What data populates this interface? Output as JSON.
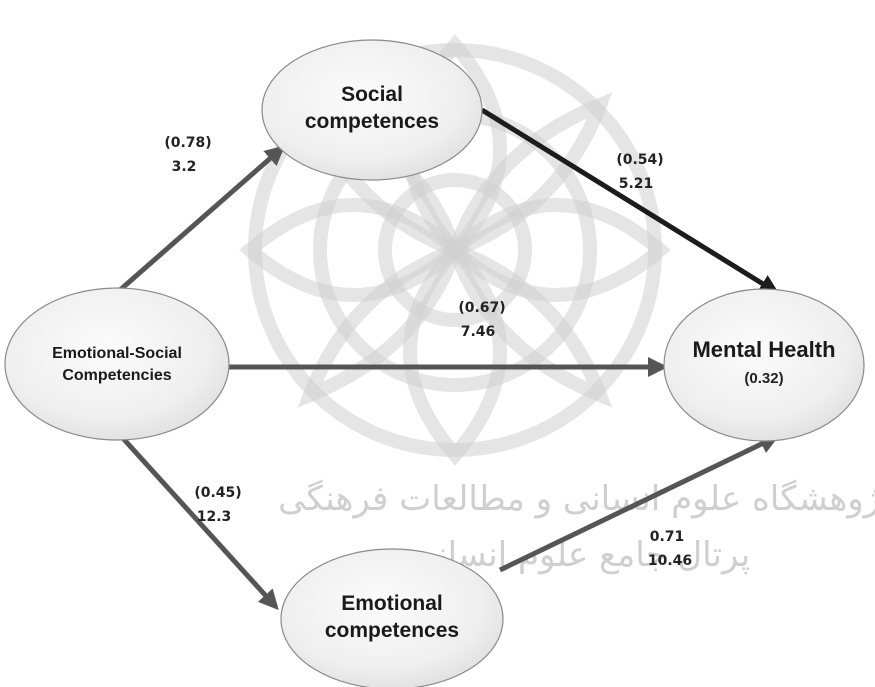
{
  "nodes": {
    "emotional_social": {
      "line1": "Emotional-Social",
      "line2": "Competencies"
    },
    "social": {
      "line1": "Social",
      "line2": "competences"
    },
    "emotional": {
      "line1": "Emotional",
      "line2": "competences"
    },
    "mental_health": {
      "line1": "Mental Health",
      "line2": "(0.32)"
    }
  },
  "paths": {
    "es_to_social": {
      "coef": "(0.78)",
      "t": "3.2"
    },
    "social_to_mh": {
      "coef": "(0.54)",
      "t": "5.21"
    },
    "es_to_mh": {
      "coef": "(0.67)",
      "t": "7.46"
    },
    "es_to_emotional": {
      "coef": "(0.45)",
      "t": "12.3"
    },
    "emotional_to_mh": {
      "coef": "0.71",
      "t": "10.46"
    }
  },
  "watermark": {
    "line1": "پژوهشگاه علوم انسانی و مطالعات فرهنگی",
    "line2": "پرتال جامع علوم انسانی"
  },
  "colors": {
    "arrow": "#555555",
    "arrow_dark": "#1c1c1c",
    "ellipse_stroke": "#8a8a8a"
  }
}
